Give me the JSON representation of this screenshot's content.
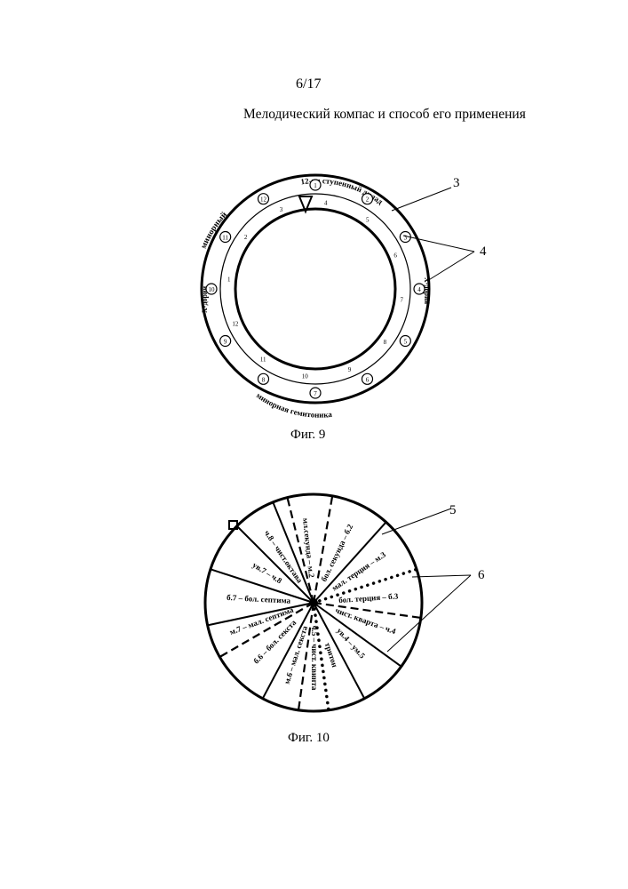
{
  "page_number": "6/17",
  "title": "Мелодический компас и способ его применения",
  "fig9": {
    "caption": "Фиг. 9",
    "outer_text_top": "12-ти ступенный дилад",
    "outer_text_left": "минорный",
    "outer_text_right": "Х-дорий",
    "outer_text_left2": "Х-дорий",
    "outer_text_bottom": "минорная гемитоника",
    "numbers": [
      "1",
      "2",
      "3",
      "4",
      "5",
      "6",
      "7",
      "8",
      "9",
      "10",
      "11",
      "12"
    ],
    "refs": [
      "3",
      "4"
    ]
  },
  "fig10": {
    "caption": "Фиг. 10",
    "sectors": [
      "ч.8 – чист.октава",
      "мл.секунда – м.2",
      "бол. секунда – б.2",
      "мал. терция – м.3",
      "бол. терция – б.3",
      "чист. кварта – ч.4",
      "ув.4 – ум.5",
      "тритон",
      "ч.5 – чист. квинта",
      "м.6 – мал. секста",
      "б.6 – бол. секста",
      "м.7 – мал. септима",
      "б.7 – бол. септима",
      "ув.7 – ч.8"
    ],
    "refs": [
      "5",
      "6"
    ]
  }
}
